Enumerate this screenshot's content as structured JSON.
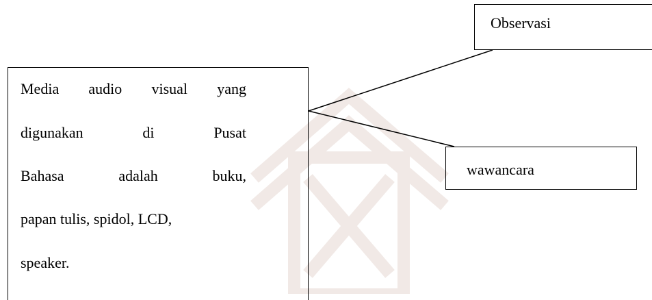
{
  "main_box": {
    "lines": [
      [
        "Media",
        "audio",
        "visual",
        "yang"
      ],
      [
        "digunakan",
        "di",
        "Pusat"
      ],
      [
        "Bahasa",
        "adalah",
        "buku,"
      ],
      [
        "papan tulis, spidol, LCD,"
      ],
      [
        "speaker."
      ]
    ]
  },
  "observasi_box": {
    "label": "Observasi"
  },
  "wawancara_box": {
    "label": "wawancara"
  },
  "colors": {
    "line": "#000000",
    "watermark": "#f1e9e6"
  }
}
